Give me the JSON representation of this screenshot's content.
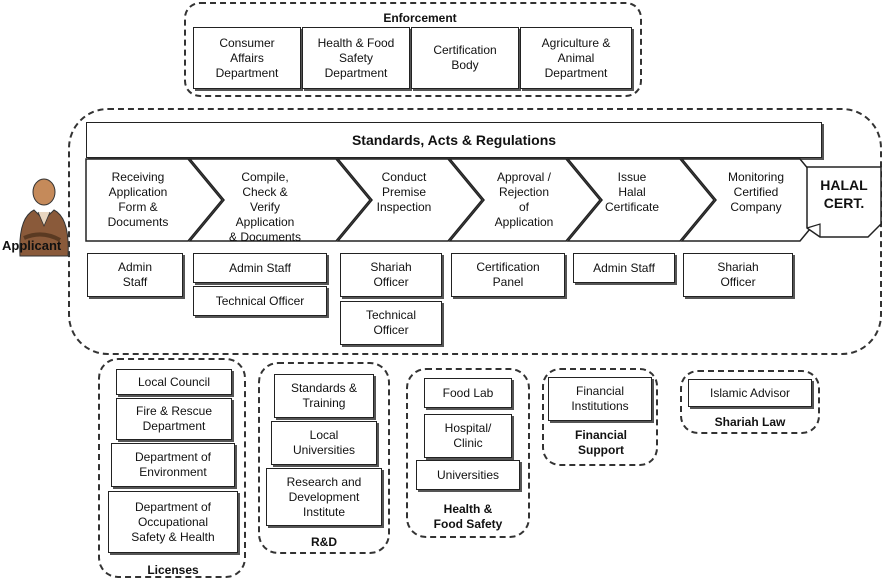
{
  "enforcement": {
    "title": "Enforcement",
    "items": [
      "Consumer\nAffairs\nDepartment",
      "Health & Food\nSafety\nDepartment",
      "Certification\nBody",
      "Agriculture &\nAnimal\nDepartment"
    ]
  },
  "standards_banner": "Standards, Acts & Regulations",
  "applicant_label": "Applicant",
  "halal_cert": "HALAL\nCERT.",
  "steps": [
    "Receiving\nApplication\nForm &\nDocuments",
    "Compile,\nCheck &\nVerify\nApplication\n& Documents",
    "Conduct\nPremise\nInspection",
    "Approval /\nRejection\nof\nApplication",
    "Issue\nHalal\nCertificate",
    "Monitoring\nCertified\nCompany"
  ],
  "actors": {
    "admin_staff_1": "Admin\nStaff",
    "admin_staff_2": "Admin Staff",
    "technical_officer_1": "Technical Officer",
    "shariah_officer_1": "Shariah\nOfficer",
    "technical_officer_2": "Technical\nOfficer",
    "certification_panel": "Certification\nPanel",
    "admin_staff_3": "Admin Staff",
    "shariah_officer_2": "Shariah\nOfficer"
  },
  "licenses": {
    "caption": "Licenses",
    "items": [
      "Local Council",
      "Fire & Rescue\nDepartment",
      "Department of\nEnvironment",
      "Department of\nOccupational\nSafety & Health"
    ]
  },
  "rnd": {
    "caption": "R&D",
    "items": [
      "Standards &\nTraining",
      "Local\nUniversities",
      "Research and\nDevelopment\nInstitute"
    ]
  },
  "health_food_safety": {
    "caption": "Health &\nFood Safety",
    "items": [
      "Food Lab",
      "Hospital/\nClinic",
      "Universities"
    ]
  },
  "financial_support": {
    "caption": "Financial\nSupport",
    "items": [
      "Financial\nInstitutions"
    ]
  },
  "shariah_law": {
    "caption": "Shariah Law",
    "items": [
      "Islamic Advisor"
    ]
  },
  "colors": {
    "stroke": "#222222",
    "background": "#ffffff",
    "dash": "#333333"
  }
}
